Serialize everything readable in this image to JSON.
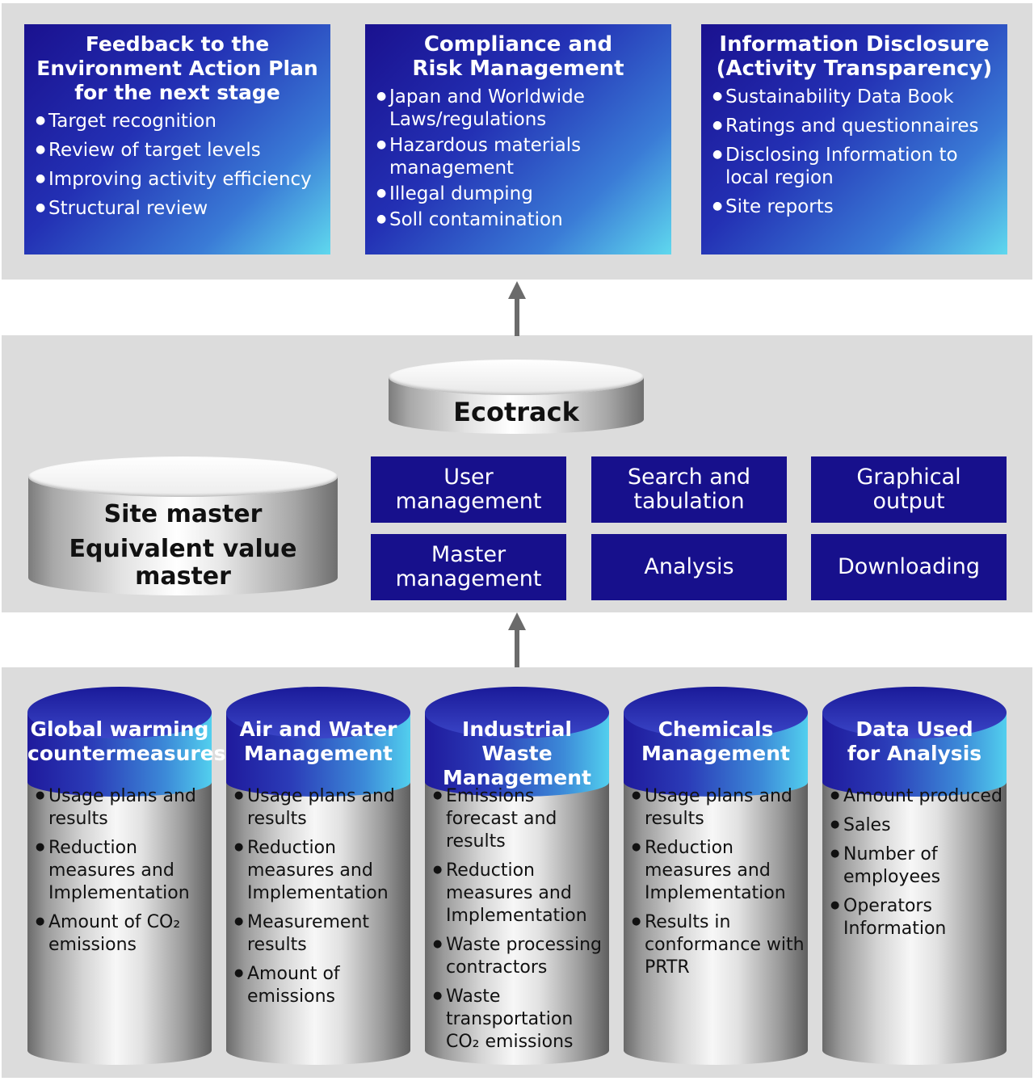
{
  "top": [
    {
      "title": "Feedback to the Environment Action Plan for the next stage",
      "items": [
        "Target recognition",
        "Review of target levels",
        "Improving activity efficiency",
        "Structural review"
      ]
    },
    {
      "title": "Compliance and Risk Management",
      "items": [
        "Japan and Worldwide Laws/regulations",
        "Hazardous materials management",
        "Illegal dumping",
        "Soll contamination"
      ]
    },
    {
      "title": "Information Disclosure (Activity Transparency)",
      "items": [
        "Sustainability Data Book",
        "Ratings and questionnaires",
        "Disclosing Information to local region",
        "Site reports"
      ]
    }
  ],
  "middle": {
    "ecotrack": "Ecotrack",
    "site_master_line1": "Site master",
    "site_master_line2": "Equivalent value master",
    "functions": [
      "User management",
      "Search and tabulation",
      "Graphical output",
      "Master management",
      "Analysis",
      "Downloading"
    ]
  },
  "bottom": [
    {
      "title": "Global warming countermeasures",
      "items": [
        "Usage plans and results",
        "Reduction measures and Implementation",
        "Amount of CO₂ emissions"
      ]
    },
    {
      "title": "Air and Water Management",
      "items": [
        "Usage plans and results",
        "Reduction measures and Implementation",
        "Measurement results",
        "Amount of emissions"
      ]
    },
    {
      "title": "Industrial Waste Management",
      "items": [
        "Emissions forecast and results",
        "Reduction measures and Implementation",
        "Waste processing contractors",
        "Waste transportation CO₂ emissions"
      ]
    },
    {
      "title": "Chemicals Management",
      "items": [
        "Usage plans and results",
        "Reduction measures and Implementation",
        "Results in conformance with PRTR"
      ]
    },
    {
      "title": "Data Used for Analysis",
      "items": [
        "Amount produced",
        "Sales",
        "Number of employees",
        "Operators Information"
      ]
    }
  ]
}
